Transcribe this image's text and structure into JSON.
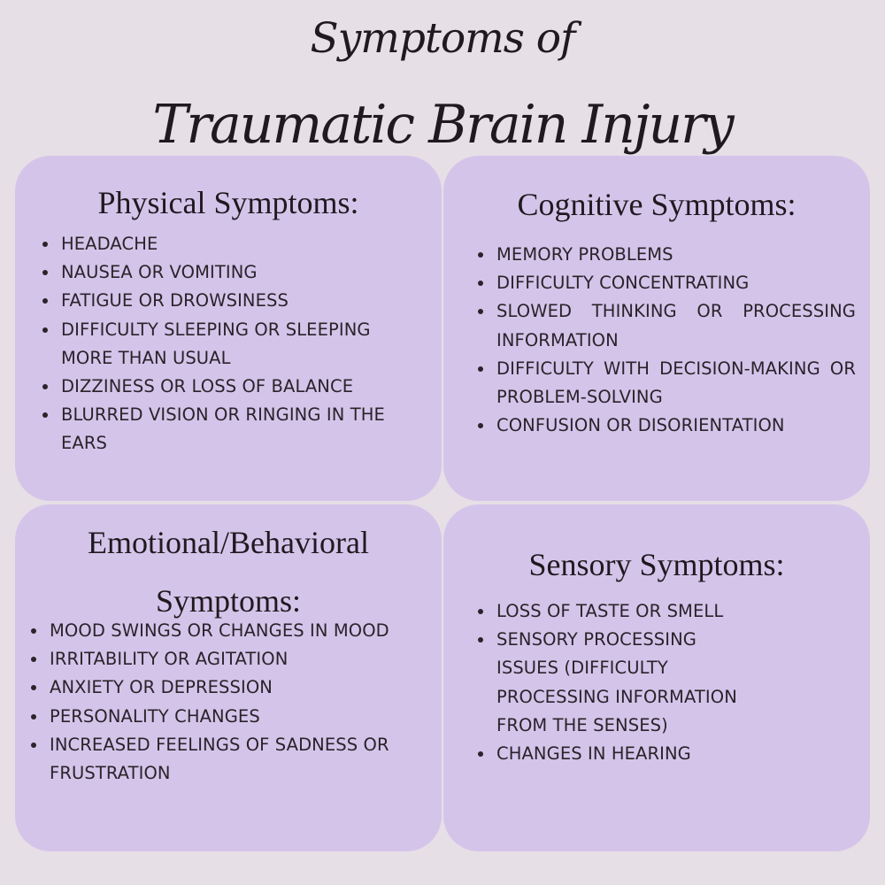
{
  "title": {
    "line1": "Symptoms of",
    "line2": "Traumatic Brain Injury"
  },
  "physical": {
    "heading": "Physical Symptoms:",
    "items": [
      "HEADACHE",
      "NAUSEA OR VOMITING",
      "FATIGUE OR DROWSINESS",
      "DIFFICULTY SLEEPING OR SLEEPING MORE THAN USUAL",
      "DIZZINESS OR LOSS OF BALANCE",
      "BLURRED VISION OR RINGING IN THE EARS"
    ]
  },
  "cognitive": {
    "heading": "Cognitive Symptoms:",
    "items": [
      "MEMORY PROBLEMS",
      "DIFFICULTY CONCENTRATING",
      "SLOWED THINKING OR PROCESSING INFORMATION",
      "DIFFICULTY WITH DECISION-MAKING OR PROBLEM-SOLVING",
      "CONFUSION OR DISORIENTATION"
    ]
  },
  "emotional": {
    "heading": "Emotional/Behavioral Symptoms:",
    "items": [
      "MOOD SWINGS OR CHANGES IN MOOD",
      "IRRITABILITY OR AGITATION",
      "ANXIETY OR DEPRESSION",
      "PERSONALITY CHANGES",
      "INCREASED FEELINGS OF SADNESS OR FRUSTRATION"
    ]
  },
  "sensory": {
    "heading": "Sensory Symptoms:",
    "items": [
      "LOSS OF TASTE OR SMELL",
      "SENSORY PROCESSING ISSUES (DIFFICULTY PROCESSING INFORMATION FROM THE SENSES)",
      "CHANGES IN HEARING"
    ]
  },
  "colors": {
    "background": "#e6dfe6",
    "card": "#d5c4ea",
    "text": "#1f1a1f"
  }
}
